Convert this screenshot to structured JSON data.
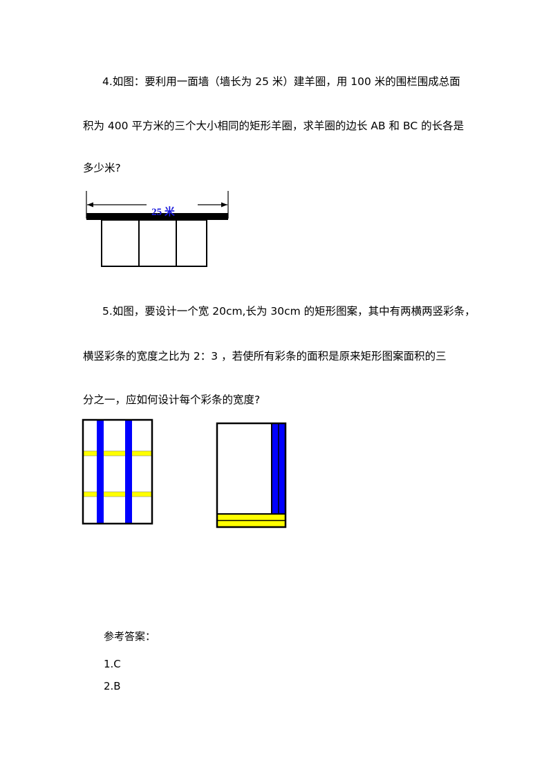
{
  "problem4": {
    "line1": "4.如图：要利用一面墙（墙长为 25 米）建羊圈，用 100 米的围栏围成总面",
    "line2": "积为 400 平方米的三个大小相同的矩形羊圈，求羊圈的边长 AB 和 BC 的长各是",
    "line3": "多少米?",
    "figure": {
      "wall_label": "25 米",
      "label_color": "#1a1adc",
      "wall_color": "#000000"
    }
  },
  "problem5": {
    "line1": "5.如图，要设计一个宽 20cm,长为 30cm 的矩形图案，其中有两横两竖彩条，",
    "line2": "横竖彩条的宽度之比为 2：3 ，若使所有彩条的面积是原来矩形图案面积的三",
    "line3": "分之一，应如何设计每个彩条的宽度?",
    "figure": {
      "vertical_stripe_color": "#0000ff",
      "horizontal_stripe_color": "#ffff00"
    }
  },
  "answers": {
    "heading": "参考答案：",
    "items": [
      "1.C",
      "2.B"
    ]
  }
}
